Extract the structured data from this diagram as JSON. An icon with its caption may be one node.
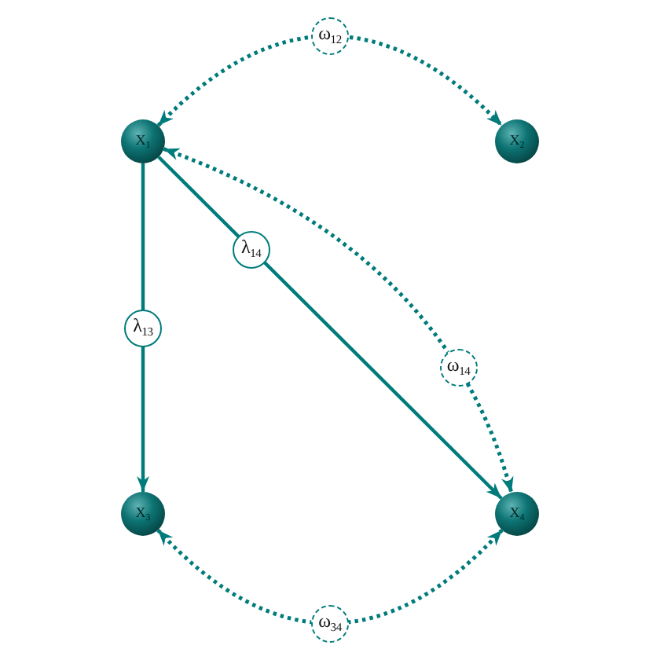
{
  "diagram": {
    "nodes": [
      {
        "text": [
          "X$_{1}$"
        ]
      },
      {
        "text": [
          "X$_{2}$"
        ]
      },
      {
        "text": [
          "X$_{3}$"
        ]
      },
      {
        "text": [
          "X$_{4}$"
        ]
      }
    ],
    "edges": [
      {
        "from": 0,
        "to": 1,
        "arrow": "both",
        "style": "dashed",
        "label": "ω$_{12}$"
      },
      {
        "from": 0,
        "to": 2,
        "arrow": "to",
        "label": "λ$_{13}$"
      },
      {
        "from": 0,
        "to": 3,
        "arrow": "to",
        "label": "λ$_{14}$"
      },
      {
        "from": 0,
        "to": 3,
        "arrow": "both",
        "style": "dashed",
        "label": "ω$_{14}$"
      },
      {
        "from": 2,
        "to": 3,
        "arrow": "both",
        "style": "dashed",
        "label": "ω$_{34}$"
      }
    ]
  }
}
